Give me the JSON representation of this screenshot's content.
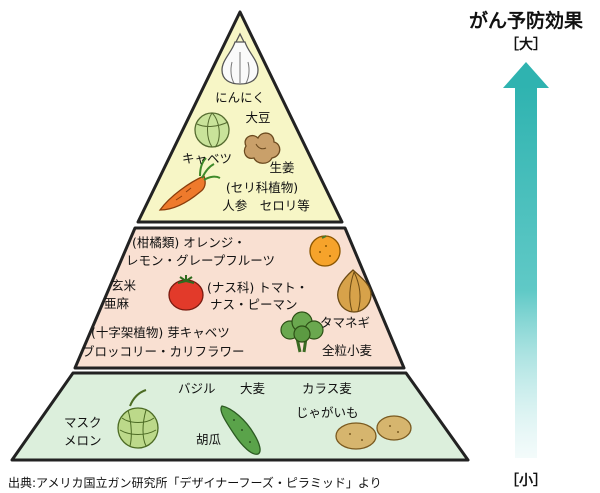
{
  "header": {
    "title": "がん予防効果",
    "top_label": "［大］",
    "bottom_label": "［小］"
  },
  "tiers": {
    "top": {
      "fill": "#f7f6c6",
      "items": [
        "にんにく",
        "大豆",
        "キャベツ",
        "生姜",
        "(セリ科植物)",
        "人参　セロリ等"
      ]
    },
    "middle": {
      "fill": "#f9e0d2",
      "items": [
        "(柑橘類) オレンジ・",
        "レモン・グレープフルーツ",
        "玄米",
        "亜麻",
        "(ナス科) トマト・",
        "ナス・ピーマン",
        "(十字架植物) 芽キャベツ",
        "ブロッコリー・カリフラワー",
        "タマネギ",
        "全粒小麦"
      ]
    },
    "bottom": {
      "fill": "#dcefdc",
      "items": [
        "バジル",
        "大麦",
        "カラス麦",
        "じゃがいも",
        "マスク",
        "メロン",
        "胡瓜"
      ]
    }
  },
  "arrow_color": "#2fb3b0",
  "source_text": "出典:アメリカ国立ガン研究所「デザイナーフーズ・ピラミッド」より"
}
